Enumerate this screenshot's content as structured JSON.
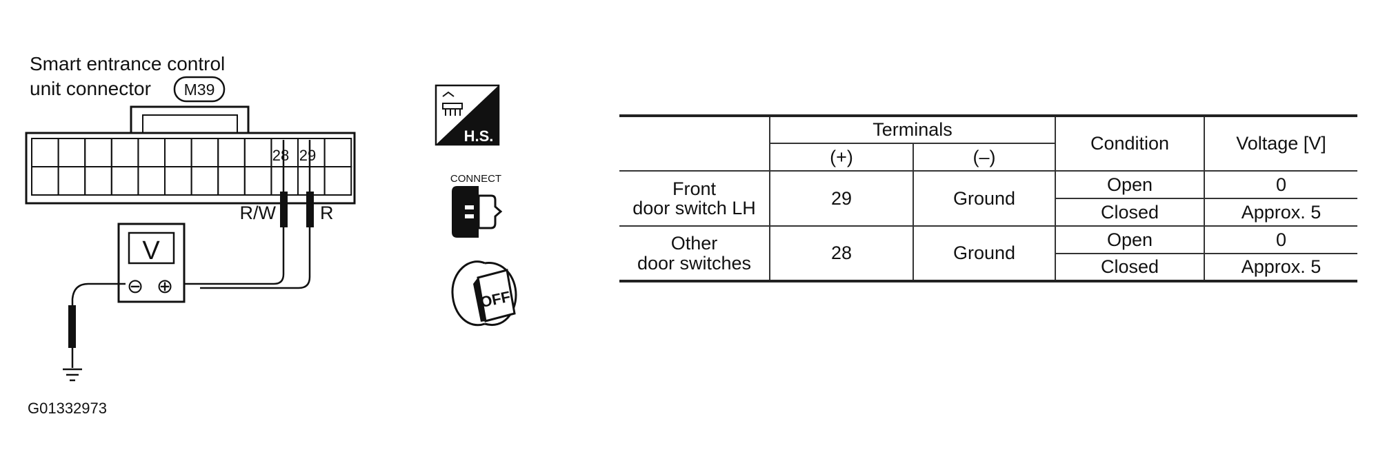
{
  "connector": {
    "title_line1": "Smart entrance control",
    "title_line2": "unit connector",
    "connector_id": "M39",
    "pin_a": "28",
    "pin_b": "29",
    "wire_a": "R/W",
    "wire_b": "R"
  },
  "meter": {
    "label": "V",
    "neg_symbol": "⊖",
    "pos_symbol": "⊕"
  },
  "icons": {
    "hs_label": "H.S.",
    "connect_label": "CONNECT",
    "off_label": "OFF"
  },
  "figure_id": "G01332973",
  "table": {
    "h_terminals": "Terminals",
    "h_plus": "(+)",
    "h_minus": "(–)",
    "h_condition": "Condition",
    "h_voltage": "Voltage [V]",
    "rows": [
      {
        "item_line1": "Front",
        "item_line2": "door switch LH",
        "plus": "29",
        "minus": "Ground",
        "cond1": "Open",
        "volt1": "0",
        "cond2": "Closed",
        "volt2": "Approx. 5"
      },
      {
        "item_line1": "Other",
        "item_line2": "door switches",
        "plus": "28",
        "minus": "Ground",
        "cond1": "Open",
        "volt1": "0",
        "cond2": "Closed",
        "volt2": "Approx. 5"
      }
    ]
  }
}
